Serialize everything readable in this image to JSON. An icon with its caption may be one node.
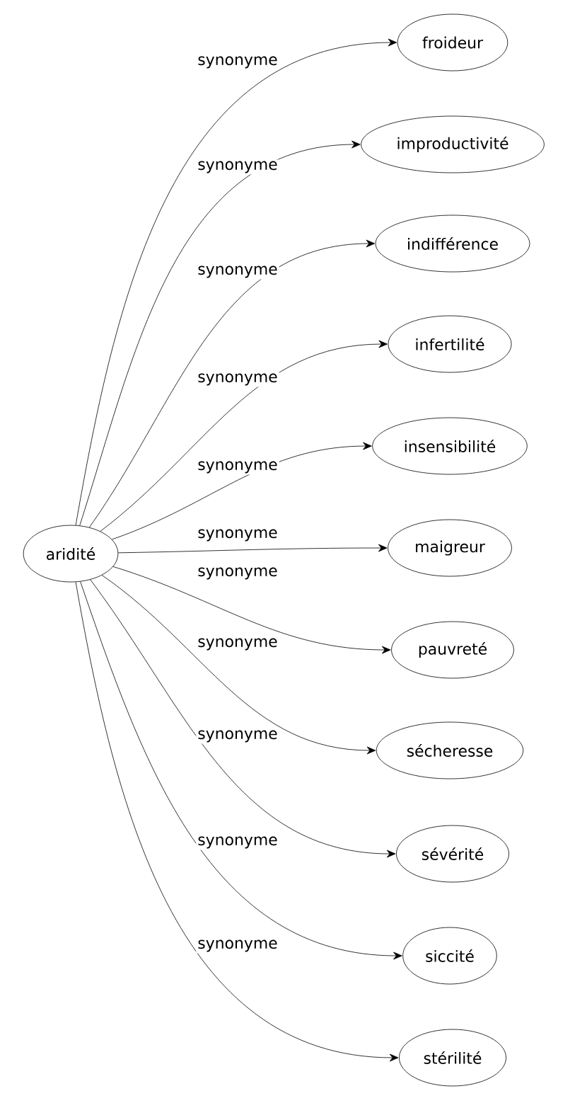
{
  "diagram": {
    "nodes": [
      {
        "text": [
          "aridité"
        ]
      },
      {
        "text": [
          "froideur"
        ]
      },
      {
        "text": [
          "improductivité"
        ]
      },
      {
        "text": [
          "indifférence"
        ]
      },
      {
        "text": [
          "infertilité"
        ]
      },
      {
        "text": [
          "insensibilité"
        ]
      },
      {
        "text": [
          "maigreur"
        ]
      },
      {
        "text": [
          "pauvreté"
        ]
      },
      {
        "text": [
          "sécheresse"
        ]
      },
      {
        "text": [
          "sévérité"
        ]
      },
      {
        "text": [
          "siccité"
        ]
      },
      {
        "text": [
          "stérilité"
        ]
      }
    ],
    "edges": [
      {
        "from": 0,
        "to": 1,
        "arrow": "to",
        "label": "synonyme"
      },
      {
        "from": 0,
        "to": 2,
        "arrow": "to",
        "label": "synonyme"
      },
      {
        "from": 0,
        "to": 3,
        "arrow": "to",
        "label": "synonyme"
      },
      {
        "from": 0,
        "to": 4,
        "arrow": "to",
        "label": "synonyme"
      },
      {
        "from": 0,
        "to": 5,
        "arrow": "to",
        "label": "synonyme"
      },
      {
        "from": 0,
        "to": 6,
        "arrow": "to",
        "label": "synonyme"
      },
      {
        "from": 0,
        "to": 7,
        "arrow": "to",
        "label": "synonyme"
      },
      {
        "from": 0,
        "to": 8,
        "arrow": "to",
        "label": "synonyme"
      },
      {
        "from": 0,
        "to": 9,
        "arrow": "to",
        "label": "synonyme"
      },
      {
        "from": 0,
        "to": 10,
        "arrow": "to",
        "label": "synonyme"
      },
      {
        "from": 0,
        "to": 11,
        "arrow": "to",
        "label": "synonyme"
      }
    ]
  }
}
